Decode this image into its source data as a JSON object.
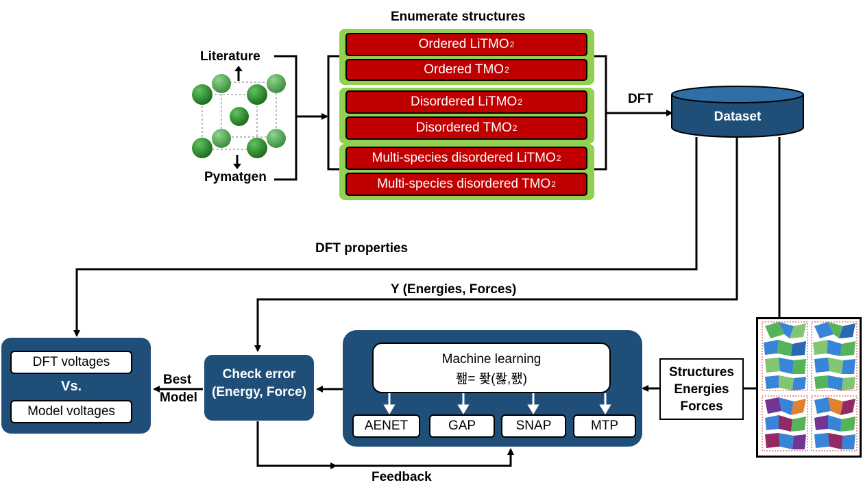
{
  "enumerate_title": "Enumerate structures",
  "sources": {
    "literature": "Literature",
    "pymatgen": "Pymatgen"
  },
  "structure_groups": [
    {
      "items": [
        {
          "text": "Ordered LiTMO",
          "sub": "2"
        },
        {
          "text": "Ordered TMO",
          "sub": "2"
        }
      ]
    },
    {
      "items": [
        {
          "text": "Disordered LiTMO",
          "sub": "2"
        },
        {
          "text": "Disordered TMO",
          "sub": "2"
        }
      ]
    },
    {
      "items": [
        {
          "text": "Multi-species disordered LiTMO",
          "sub": "2"
        },
        {
          "text": "Multi-species disordered TMO",
          "sub": "2"
        }
      ]
    }
  ],
  "dft_label": "DFT",
  "dataset_label": "Dataset",
  "dft_properties_label": "DFT properties",
  "y_label": "Y (Energies, Forces)",
  "voltages": {
    "dft": "DFT voltages",
    "vs": "Vs.",
    "model": "Model voltages"
  },
  "best_model": {
    "line1": "Best",
    "line2": "Model"
  },
  "check_error": {
    "line1": "Check error",
    "line2": "(Energy, Force)"
  },
  "ml": {
    "title": "Machine learning",
    "formula": "퐲= 퐟(퐗,퐰)"
  },
  "models": [
    "AENET",
    "GAP",
    "SNAP",
    "MTP"
  ],
  "inputs": {
    "line1": "Structures",
    "line2": "Energies",
    "line3": "Forces"
  },
  "feedback_label": "Feedback",
  "colors": {
    "navy": "#1f4e79",
    "red": "#c00000",
    "green": "#92d050",
    "atom": "#2e8b2e"
  }
}
